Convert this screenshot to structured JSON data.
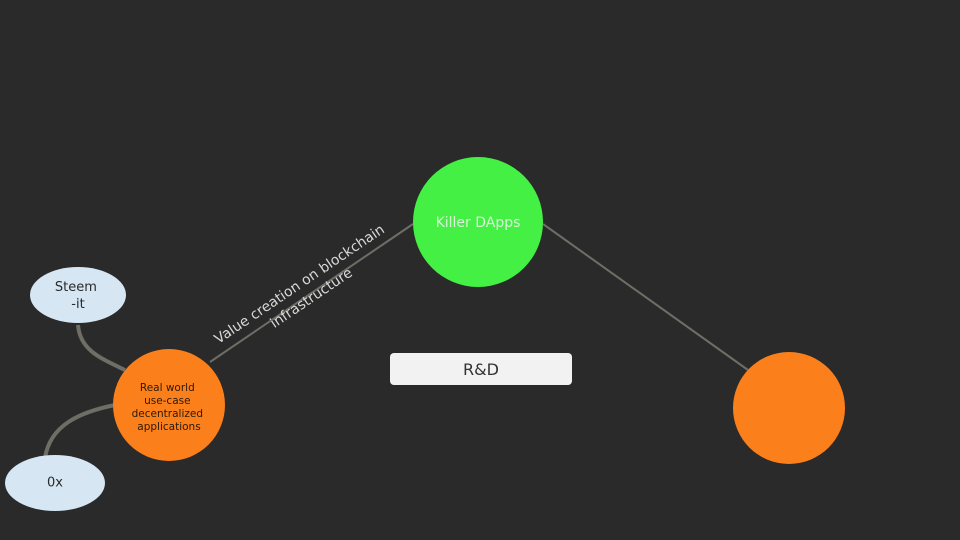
{
  "diagram": {
    "nodes": {
      "killer_dapps": {
        "label": "Killer DApps",
        "color": "#44f044",
        "text_color": "#d8f5d8"
      },
      "real_world": {
        "lines": [
          "Real world",
          "use-case",
          "decentralized",
          "applications"
        ],
        "color": "#fb7f1a",
        "text_color": "#2a1a08"
      },
      "steemit": {
        "lines": [
          "Steem",
          "-it"
        ],
        "color": "#d6e6f3",
        "text_color": "#2a2a2a"
      },
      "zerox": {
        "label": "0x",
        "color": "#d6e6f3",
        "text_color": "#2a2a2a"
      },
      "orange_right": {
        "color": "#fb7f1a"
      }
    },
    "edge_label": {
      "lines": [
        "Value creation on blockchain",
        "infrastructure"
      ],
      "color": "#d9d9d9"
    },
    "rd_box": {
      "label": "R&D"
    },
    "colors": {
      "background": "#2a2a2a",
      "connector": "#6e6e66"
    }
  }
}
